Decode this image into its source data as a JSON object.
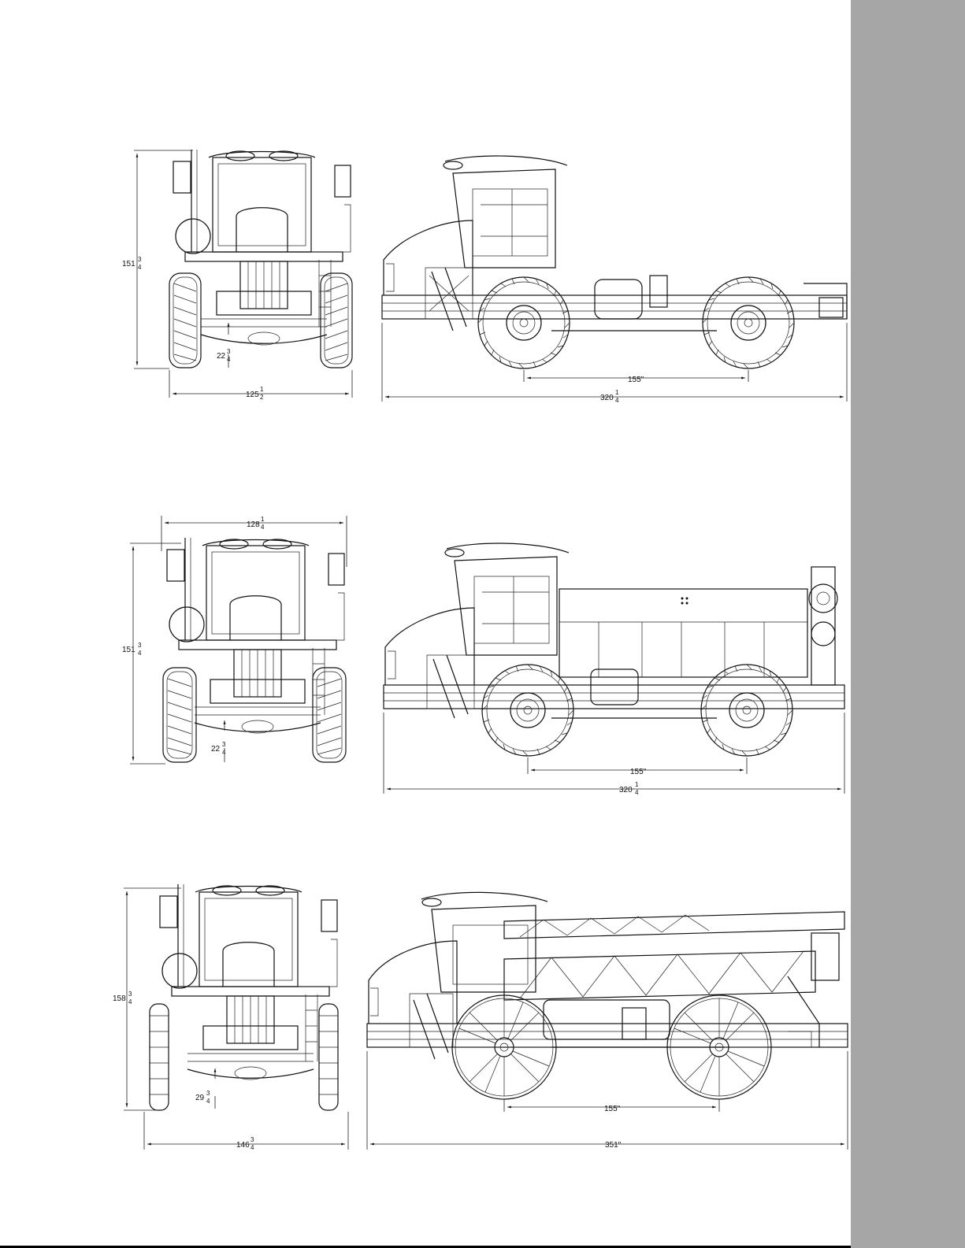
{
  "views": [
    {
      "name": "row-1",
      "front": {
        "height": "151",
        "height_frac": [
          "3",
          "4"
        ],
        "clearance": "22",
        "clearance_frac": [
          "3",
          "4"
        ],
        "width": "125",
        "width_frac": [
          "1",
          "2"
        ]
      },
      "side": {
        "wheelbase": "155\"",
        "length": "320",
        "length_frac": [
          "1",
          "4"
        ]
      }
    },
    {
      "name": "row-2",
      "front": {
        "height": "151",
        "height_frac": [
          "3",
          "4"
        ],
        "clearance": "22",
        "clearance_frac": [
          "3",
          "4"
        ],
        "width": "128",
        "width_frac": [
          "1",
          "4"
        ]
      },
      "side": {
        "wheelbase": "155\"",
        "length": "320",
        "length_frac": [
          "1",
          "4"
        ]
      }
    },
    {
      "name": "row-3",
      "front": {
        "height": "158",
        "height_frac": [
          "3",
          "4"
        ],
        "clearance": "29",
        "clearance_frac": [
          "3",
          "4"
        ],
        "width": "146",
        "width_frac": [
          "3",
          "4"
        ]
      },
      "side": {
        "wheelbase": "155\"",
        "length": "351\""
      }
    }
  ],
  "colors": {
    "sidebar": "#a6a6a6",
    "line": "#111111"
  }
}
